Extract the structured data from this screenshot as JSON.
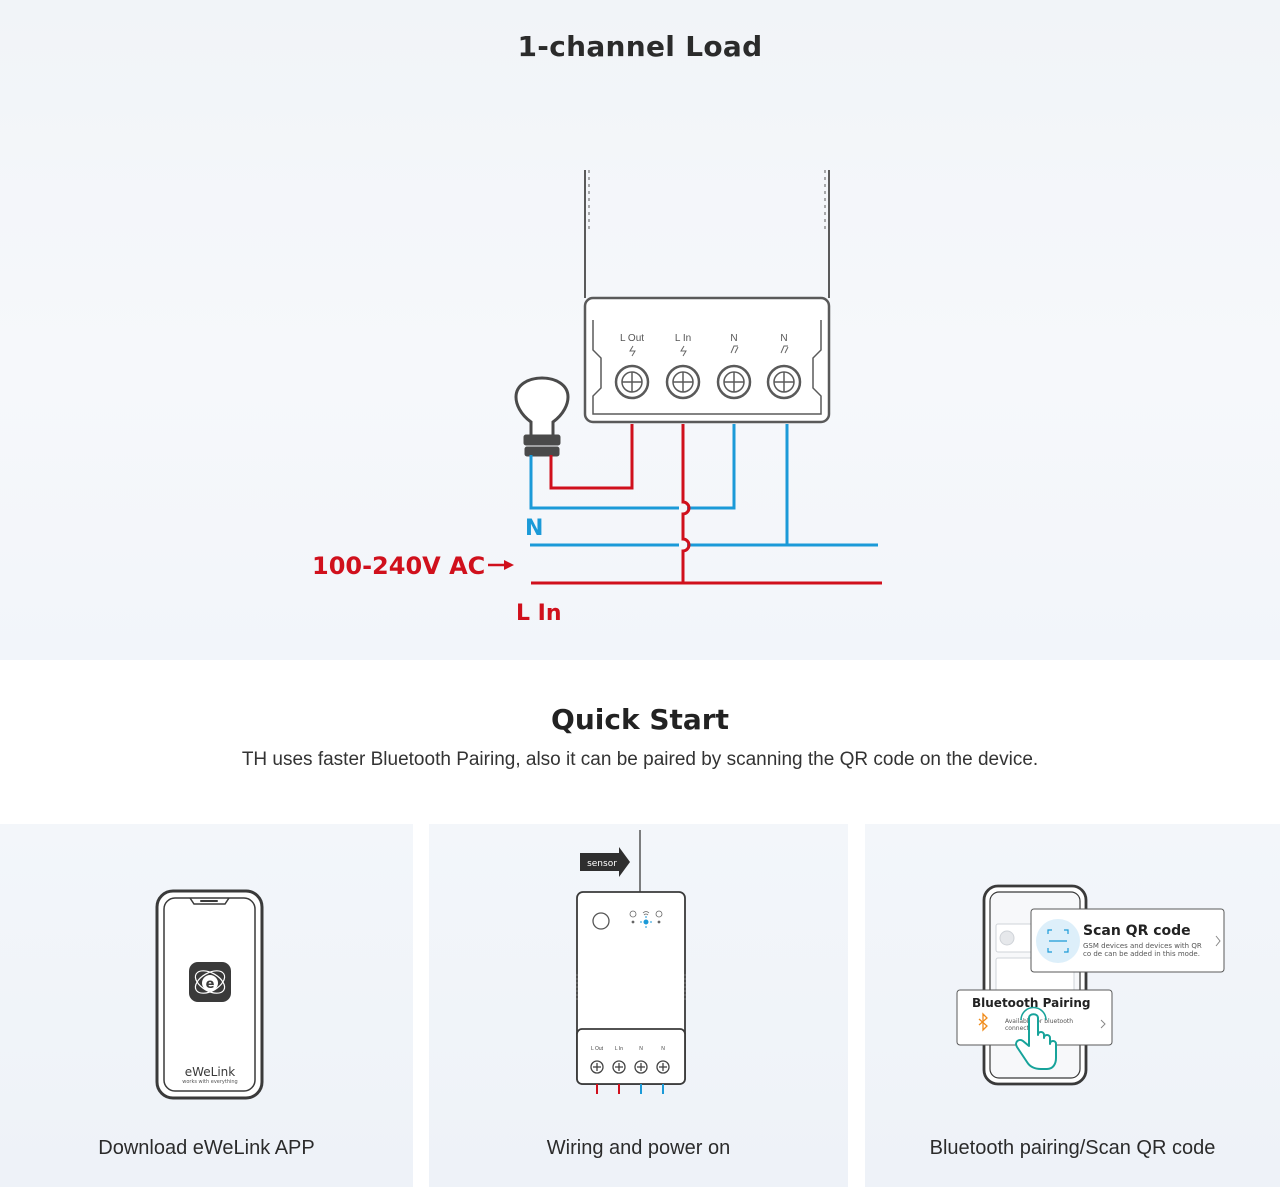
{
  "wiring": {
    "title": "1-channel Load",
    "terminals": [
      "L Out",
      "L In",
      "N",
      "N"
    ],
    "labels": {
      "neutral": "N",
      "voltage": "100-240V AC",
      "line_in": "L In"
    },
    "colors": {
      "live": "#d0101c",
      "neutral": "#1b9ad8",
      "device": "#5a5a5a"
    }
  },
  "quick_start": {
    "title": "Quick Start",
    "subtitle": "TH uses faster Bluetooth Pairing, also it can be paired by scanning the QR code on the device."
  },
  "steps": [
    {
      "caption": "Download eWeLink APP",
      "app_name": "eWeLink",
      "app_tagline": "works with everything"
    },
    {
      "caption": "Wiring and power on",
      "sensor_label": "sensor",
      "terminals": [
        "L Out",
        "L In",
        "N",
        "N"
      ]
    },
    {
      "caption": "Bluetooth pairing/Scan QR code",
      "scan_title": "Scan QR code",
      "scan_desc_1": "GSM devices and devices with QR",
      "scan_desc_2": "co de can be added in this mode.",
      "bt_title": "Bluetooth Pairing",
      "bt_desc_1": "Available for bluetooth",
      "bt_desc_2": "connection"
    }
  ]
}
